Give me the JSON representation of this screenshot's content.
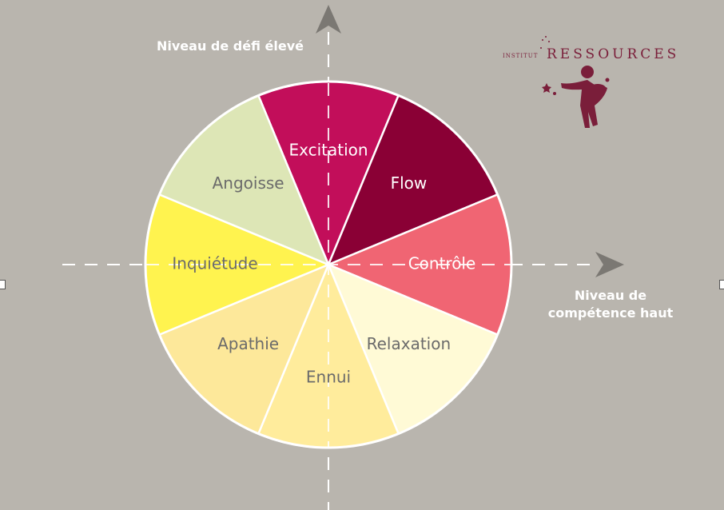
{
  "axes": {
    "y_label": "Niveau de défi élevé",
    "x_label_line1": "Niveau de",
    "x_label_line2": "compétence haut"
  },
  "logo": {
    "small_text": "INSTITUT",
    "main_text": "RESSOURCES",
    "color": "#7a1e3a"
  },
  "wheel": {
    "segments": [
      {
        "label": "Excitation",
        "color": "#c20e5a",
        "text_color": "#ffffff"
      },
      {
        "label": "Flow",
        "color": "#8a0035",
        "text_color": "#ffffff"
      },
      {
        "label": "Contrôle",
        "color": "#f06573",
        "text_color": "#ffffff"
      },
      {
        "label": "Relaxation",
        "color": "#fffad6",
        "text_color": "#6b6b6b"
      },
      {
        "label": "Ennui",
        "color": "#ffec9c",
        "text_color": "#6b6b6b"
      },
      {
        "label": "Apathie",
        "color": "#fde89a",
        "text_color": "#6b6b6b"
      },
      {
        "label": "Inquiétude",
        "color": "#fff34f",
        "text_color": "#6b6b6b"
      },
      {
        "label": "Angoisse",
        "color": "#dde6b6",
        "text_color": "#6b6b6b"
      }
    ]
  },
  "colors": {
    "background": "#b9b5ae",
    "axis": "#ffffff",
    "arrow": "#7b7873"
  }
}
